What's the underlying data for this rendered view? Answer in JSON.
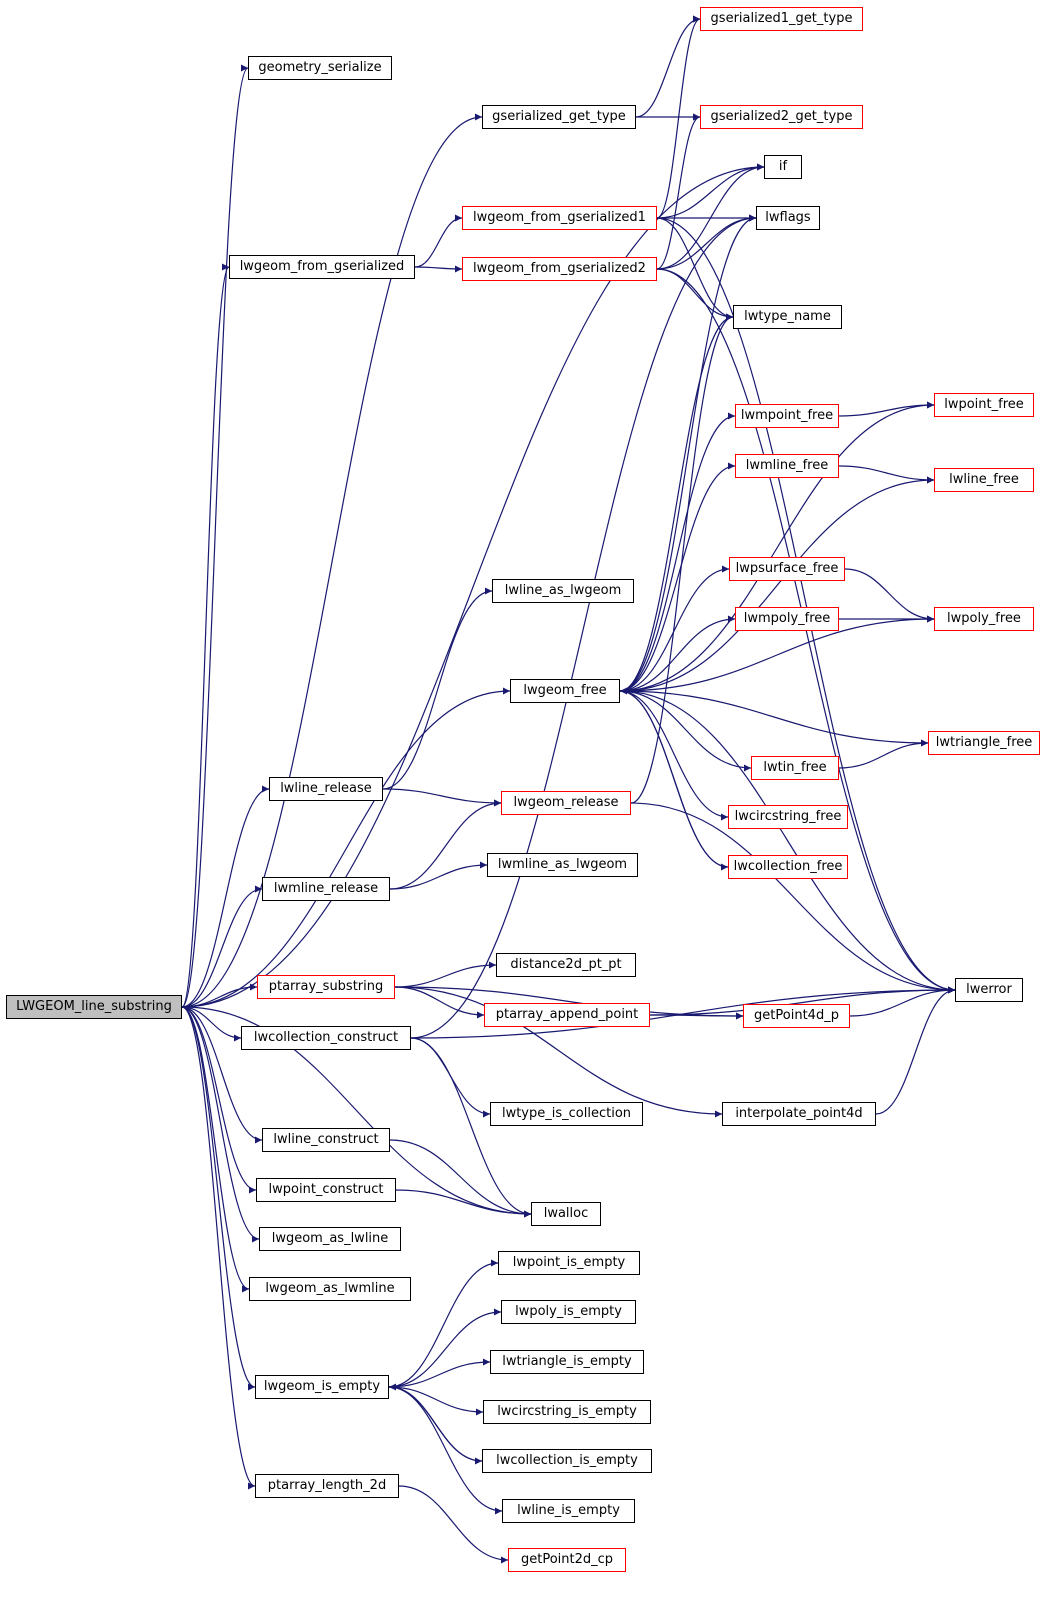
{
  "colors": {
    "edge": "#191970",
    "node_border": "#000000",
    "external_border": "#ff0000",
    "root_fill": "#bfbfbf"
  },
  "nodes": [
    {
      "id": "root",
      "label": "LWGEOM_line_substring",
      "root": true
    },
    {
      "id": "geometry_serialize",
      "label": "geometry_serialize"
    },
    {
      "id": "gserialized_get_type",
      "label": "gserialized_get_type"
    },
    {
      "id": "gserialized1_get_type",
      "label": "gserialized1_get_type",
      "red": true
    },
    {
      "id": "gserialized2_get_type",
      "label": "gserialized2_get_type",
      "red": true
    },
    {
      "id": "if",
      "label": "if"
    },
    {
      "id": "lwgeom_from_gserialized",
      "label": "lwgeom_from_gserialized"
    },
    {
      "id": "lwgeom_from_gserialized1",
      "label": "lwgeom_from_gserialized1",
      "red": true
    },
    {
      "id": "lwgeom_from_gserialized2",
      "label": "lwgeom_from_gserialized2",
      "red": true
    },
    {
      "id": "lwflags",
      "label": "lwflags"
    },
    {
      "id": "lwtype_name",
      "label": "lwtype_name"
    },
    {
      "id": "lwpoint_free",
      "label": "lwpoint_free",
      "red": true
    },
    {
      "id": "lwmpoint_free",
      "label": "lwmpoint_free",
      "red": true
    },
    {
      "id": "lwmline_free",
      "label": "lwmline_free",
      "red": true
    },
    {
      "id": "lwline_free",
      "label": "lwline_free",
      "red": true
    },
    {
      "id": "lwpsurface_free",
      "label": "lwpsurface_free",
      "red": true
    },
    {
      "id": "lwline_as_lwgeom",
      "label": "lwline_as_lwgeom"
    },
    {
      "id": "lwmpoly_free",
      "label": "lwmpoly_free",
      "red": true
    },
    {
      "id": "lwpoly_free",
      "label": "lwpoly_free",
      "red": true
    },
    {
      "id": "lwgeom_free",
      "label": "lwgeom_free"
    },
    {
      "id": "lwtriangle_free",
      "label": "lwtriangle_free",
      "red": true
    },
    {
      "id": "lwtin_free",
      "label": "lwtin_free",
      "red": true
    },
    {
      "id": "lwline_release",
      "label": "lwline_release"
    },
    {
      "id": "lwgeom_release",
      "label": "lwgeom_release",
      "red": true
    },
    {
      "id": "lwcircstring_free",
      "label": "lwcircstring_free",
      "red": true
    },
    {
      "id": "lwmline_release",
      "label": "lwmline_release"
    },
    {
      "id": "lwmline_as_lwgeom",
      "label": "lwmline_as_lwgeom"
    },
    {
      "id": "lwcollection_free",
      "label": "lwcollection_free",
      "red": true
    },
    {
      "id": "ptarray_substring",
      "label": "ptarray_substring",
      "red": true
    },
    {
      "id": "distance2d_pt_pt",
      "label": "distance2d_pt_pt"
    },
    {
      "id": "lwerror",
      "label": "lwerror"
    },
    {
      "id": "ptarray_append_point",
      "label": "ptarray_append_point",
      "red": true
    },
    {
      "id": "getPoint4d_p",
      "label": "getPoint4d_p",
      "red": true
    },
    {
      "id": "lwcollection_construct",
      "label": "lwcollection_construct"
    },
    {
      "id": "lwtype_is_collection",
      "label": "lwtype_is_collection"
    },
    {
      "id": "interpolate_point4d",
      "label": "interpolate_point4d"
    },
    {
      "id": "lwline_construct",
      "label": "lwline_construct"
    },
    {
      "id": "lwpoint_construct",
      "label": "lwpoint_construct"
    },
    {
      "id": "lwalloc",
      "label": "lwalloc"
    },
    {
      "id": "lwgeom_as_lwline",
      "label": "lwgeom_as_lwline"
    },
    {
      "id": "lwgeom_as_lwmline",
      "label": "lwgeom_as_lwmline"
    },
    {
      "id": "lwpoint_is_empty",
      "label": "lwpoint_is_empty"
    },
    {
      "id": "lwpoly_is_empty",
      "label": "lwpoly_is_empty"
    },
    {
      "id": "lwgeom_is_empty",
      "label": "lwgeom_is_empty"
    },
    {
      "id": "lwtriangle_is_empty",
      "label": "lwtriangle_is_empty"
    },
    {
      "id": "lwcircstring_is_empty",
      "label": "lwcircstring_is_empty"
    },
    {
      "id": "lwcollection_is_empty",
      "label": "lwcollection_is_empty"
    },
    {
      "id": "ptarray_length_2d",
      "label": "ptarray_length_2d"
    },
    {
      "id": "lwline_is_empty",
      "label": "lwline_is_empty"
    },
    {
      "id": "getPoint2d_cp",
      "label": "getPoint2d_cp",
      "red": true
    }
  ],
  "edges": [
    [
      "root",
      "geometry_serialize"
    ],
    [
      "root",
      "gserialized_get_type"
    ],
    [
      "root",
      "if"
    ],
    [
      "root",
      "lwgeom_from_gserialized"
    ],
    [
      "root",
      "lwline_release"
    ],
    [
      "root",
      "lwgeom_free"
    ],
    [
      "root",
      "lwmline_release"
    ],
    [
      "root",
      "ptarray_substring"
    ],
    [
      "root",
      "lwcollection_construct"
    ],
    [
      "root",
      "lwalloc"
    ],
    [
      "root",
      "lwline_construct"
    ],
    [
      "root",
      "lwpoint_construct"
    ],
    [
      "root",
      "lwgeom_as_lwline"
    ],
    [
      "root",
      "lwgeom_as_lwmline"
    ],
    [
      "root",
      "lwgeom_is_empty"
    ],
    [
      "root",
      "ptarray_length_2d"
    ],
    [
      "gserialized_get_type",
      "gserialized1_get_type"
    ],
    [
      "gserialized_get_type",
      "gserialized2_get_type"
    ],
    [
      "lwgeom_from_gserialized",
      "lwgeom_from_gserialized1"
    ],
    [
      "lwgeom_from_gserialized",
      "lwgeom_from_gserialized2"
    ],
    [
      "lwgeom_from_gserialized1",
      "gserialized1_get_type"
    ],
    [
      "lwgeom_from_gserialized1",
      "if"
    ],
    [
      "lwgeom_from_gserialized1",
      "lwflags"
    ],
    [
      "lwgeom_from_gserialized1",
      "lwtype_name"
    ],
    [
      "lwgeom_from_gserialized1",
      "lwerror"
    ],
    [
      "lwgeom_from_gserialized2",
      "gserialized2_get_type"
    ],
    [
      "lwgeom_from_gserialized2",
      "if"
    ],
    [
      "lwgeom_from_gserialized2",
      "lwflags"
    ],
    [
      "lwgeom_from_gserialized2",
      "lwtype_name"
    ],
    [
      "lwgeom_from_gserialized2",
      "lwerror"
    ],
    [
      "lwgeom_free",
      "lwflags"
    ],
    [
      "lwgeom_free",
      "lwtype_name"
    ],
    [
      "lwgeom_free",
      "lwpoint_free"
    ],
    [
      "lwgeom_free",
      "lwmpoint_free"
    ],
    [
      "lwgeom_free",
      "lwmline_free"
    ],
    [
      "lwgeom_free",
      "lwline_free"
    ],
    [
      "lwgeom_free",
      "lwpsurface_free"
    ],
    [
      "lwgeom_free",
      "lwmpoly_free"
    ],
    [
      "lwgeom_free",
      "lwpoly_free"
    ],
    [
      "lwgeom_free",
      "lwtriangle_free"
    ],
    [
      "lwgeom_free",
      "lwtin_free"
    ],
    [
      "lwgeom_free",
      "lwcircstring_free"
    ],
    [
      "lwgeom_free",
      "lwcollection_free"
    ],
    [
      "lwgeom_free",
      "lwerror"
    ],
    [
      "lwmpoint_free",
      "lwpoint_free"
    ],
    [
      "lwmline_free",
      "lwline_free"
    ],
    [
      "lwpsurface_free",
      "lwpoly_free"
    ],
    [
      "lwmpoly_free",
      "lwpoly_free"
    ],
    [
      "lwtin_free",
      "lwtriangle_free"
    ],
    [
      "lwcollection_free",
      "lwgeom_free"
    ],
    [
      "lwline_release",
      "lwline_as_lwgeom"
    ],
    [
      "lwline_release",
      "lwgeom_release"
    ],
    [
      "lwgeom_release",
      "lwtype_name"
    ],
    [
      "lwgeom_release",
      "lwerror"
    ],
    [
      "lwmline_release",
      "lwgeom_release"
    ],
    [
      "lwmline_release",
      "lwmline_as_lwgeom"
    ],
    [
      "ptarray_substring",
      "distance2d_pt_pt"
    ],
    [
      "ptarray_substring",
      "ptarray_append_point"
    ],
    [
      "ptarray_substring",
      "getPoint4d_p"
    ],
    [
      "ptarray_substring",
      "interpolate_point4d"
    ],
    [
      "ptarray_append_point",
      "getPoint4d_p"
    ],
    [
      "ptarray_append_point",
      "lwerror"
    ],
    [
      "getPoint4d_p",
      "lwerror"
    ],
    [
      "interpolate_point4d",
      "lwerror"
    ],
    [
      "lwcollection_construct",
      "lwtype_is_collection"
    ],
    [
      "lwcollection_construct",
      "lwalloc"
    ],
    [
      "lwcollection_construct",
      "lwflags"
    ],
    [
      "lwcollection_construct",
      "lwerror"
    ],
    [
      "lwline_construct",
      "lwalloc"
    ],
    [
      "lwpoint_construct",
      "lwalloc"
    ],
    [
      "lwgeom_is_empty",
      "lwpoint_is_empty"
    ],
    [
      "lwgeom_is_empty",
      "lwpoly_is_empty"
    ],
    [
      "lwgeom_is_empty",
      "lwtriangle_is_empty"
    ],
    [
      "lwgeom_is_empty",
      "lwcircstring_is_empty"
    ],
    [
      "lwgeom_is_empty",
      "lwcollection_is_empty"
    ],
    [
      "lwgeom_is_empty",
      "lwline_is_empty"
    ],
    [
      "lwcollection_is_empty",
      "lwgeom_is_empty"
    ],
    [
      "ptarray_length_2d",
      "getPoint2d_cp"
    ]
  ]
}
